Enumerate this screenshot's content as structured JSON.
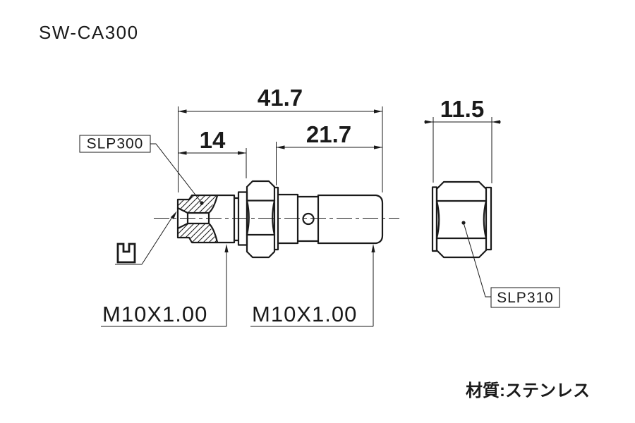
{
  "title": "SW-CA300",
  "material_note": "材質:ステンレス",
  "labels": {
    "part_left": "SLP300",
    "part_right": "SLP310",
    "thread_left": "M10X1.00",
    "thread_right": "M10X1.00",
    "concave_symbol": "凹"
  },
  "dimensions": {
    "overall_length": "41.7",
    "front_section_length": "14",
    "thread_section_length": "21.7",
    "cap_nut_width": "11.5"
  },
  "colors": {
    "line": "#1a1a1a",
    "background": "#ffffff"
  }
}
